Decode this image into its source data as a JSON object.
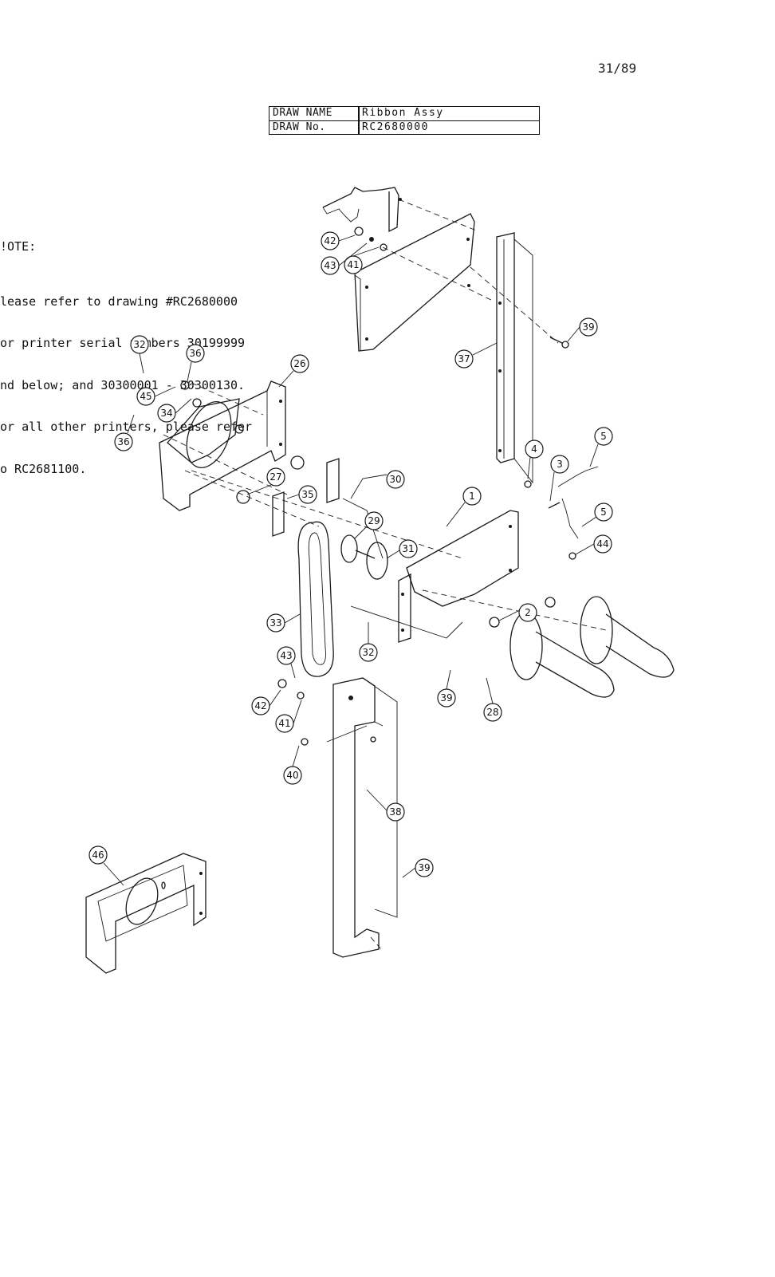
{
  "page_number": "31/89",
  "title_block": {
    "draw_name_label": "DRAW NAME",
    "draw_name_value": "Ribbon Assy",
    "draw_no_label": "DRAW No.",
    "draw_no_value": "RC2680000"
  },
  "note": {
    "heading": "!OTE:",
    "lines": [
      "lease refer to drawing #RC2680000",
      "or printer serial numbers 30199999",
      "nd below; and 30300001 - 30300130.",
      "or all other printers, please refer",
      "o RC2681100."
    ]
  },
  "callouts": [
    "42",
    "43",
    "41",
    "39",
    "37",
    "32",
    "36",
    "26",
    "45",
    "34",
    "36",
    "27",
    "35",
    "30",
    "29",
    "31",
    "1",
    "4",
    "3",
    "5",
    "5",
    "44",
    "2",
    "33",
    "32",
    "43",
    "42",
    "41",
    "39",
    "28",
    "40",
    "38",
    "39",
    "46"
  ]
}
